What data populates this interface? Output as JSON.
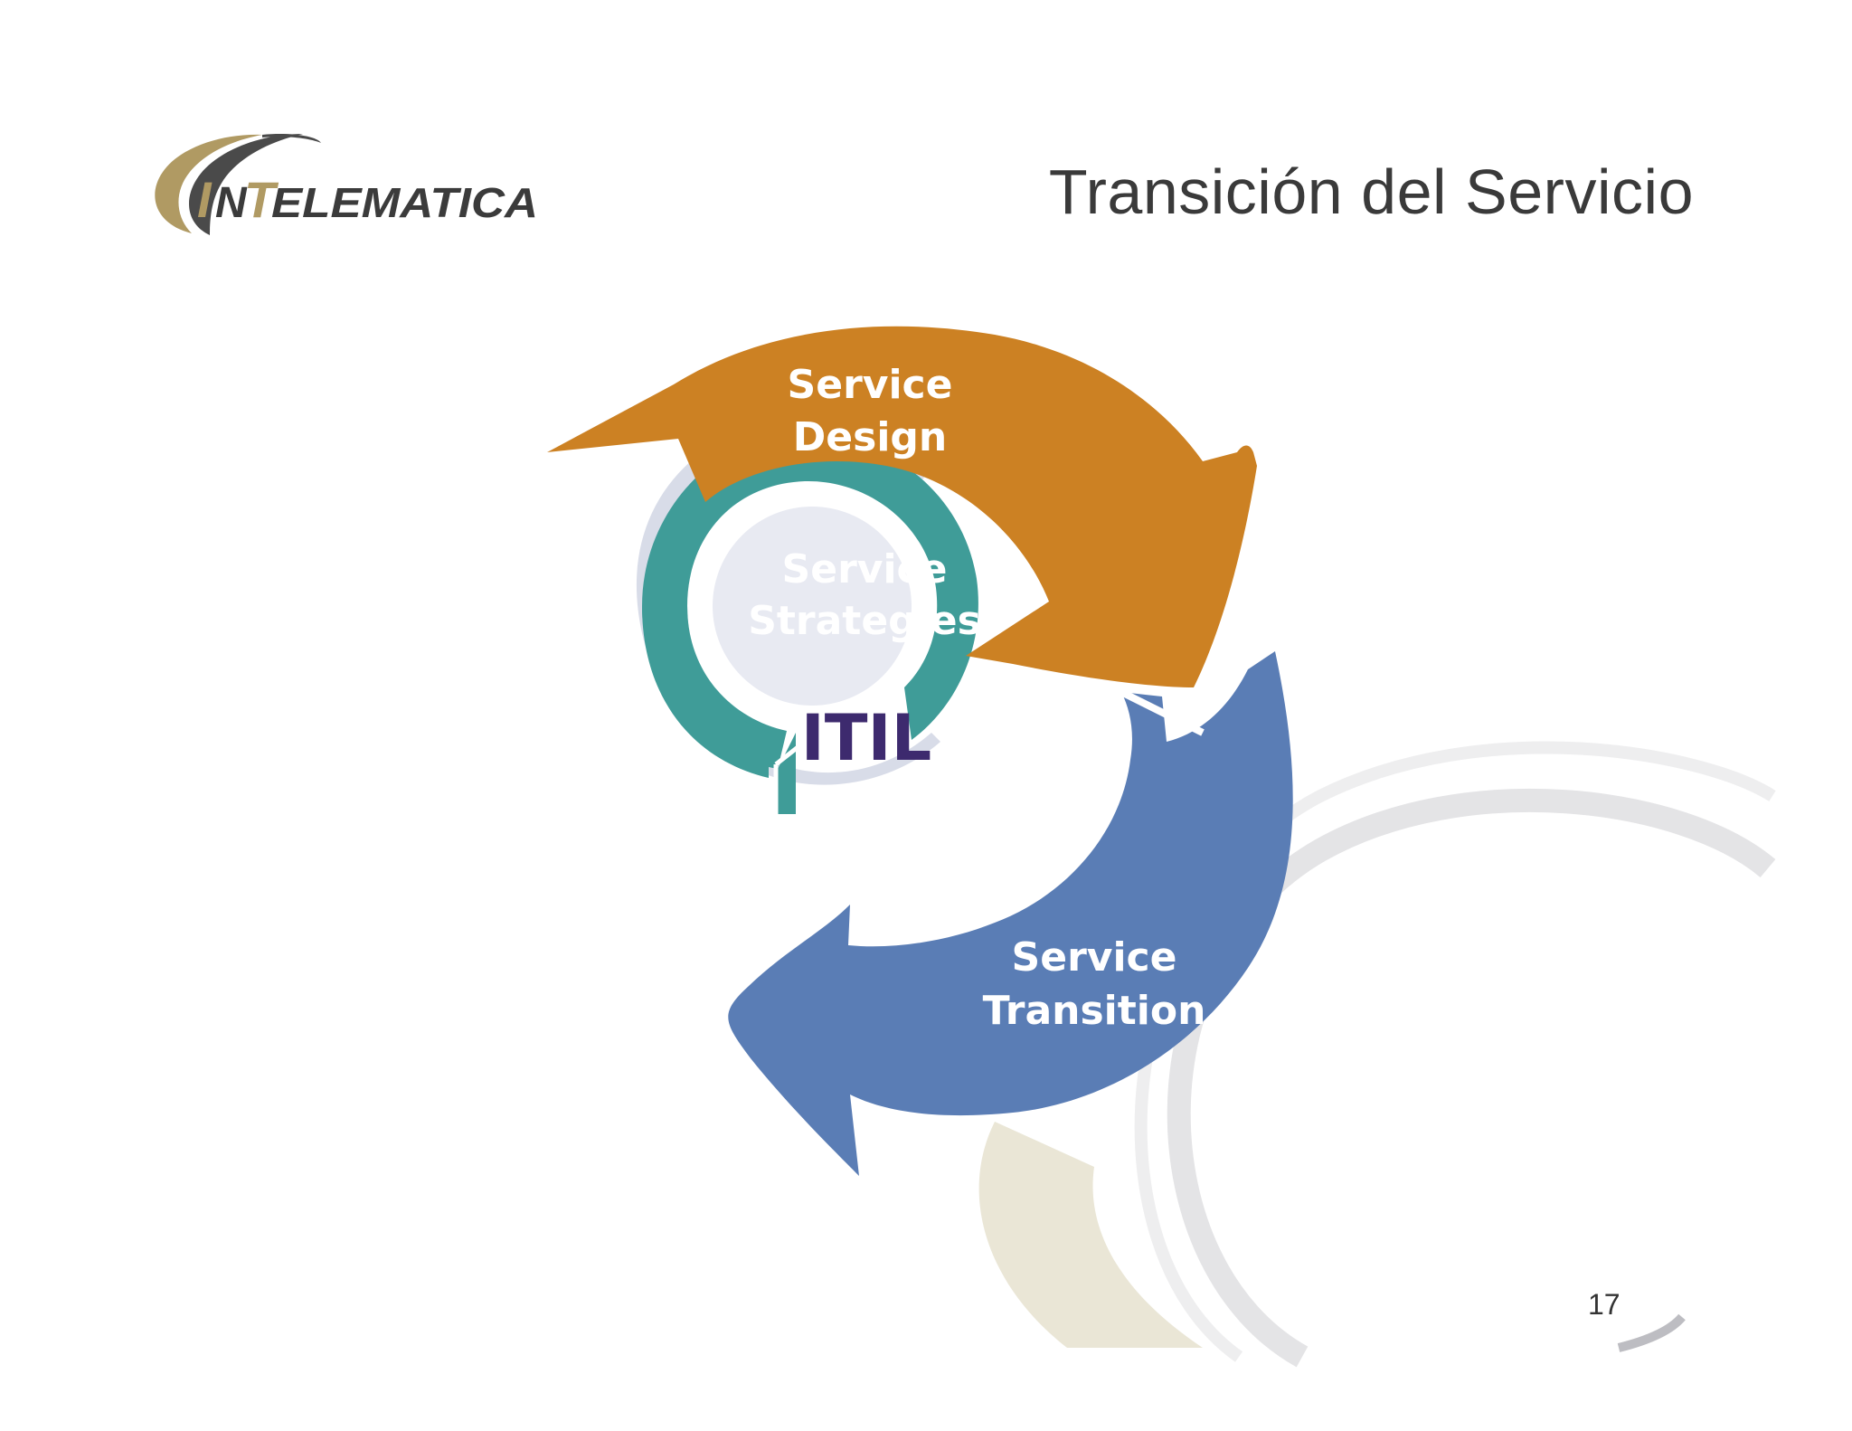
{
  "slide": {
    "title": "Transición del Servicio",
    "page_number": "17"
  },
  "logo": {
    "text": "INTELEMATICA",
    "accent_color": "#b09a63",
    "text_color": "#3b3b3b"
  },
  "diagram": {
    "center_label": "ITIL",
    "rings": [
      {
        "id": "service-design",
        "line1": "Service",
        "line2": "Design",
        "color": "#cc8123"
      },
      {
        "id": "service-strategies",
        "line1": "Service",
        "line2": "Strategies",
        "color": "#3f9c98"
      },
      {
        "id": "service-transition",
        "line1": "Service",
        "line2": "Transition",
        "color": "#5a7db5"
      }
    ],
    "center_color": "#e8eaf2",
    "center_text_color": "#3d2a6e"
  }
}
